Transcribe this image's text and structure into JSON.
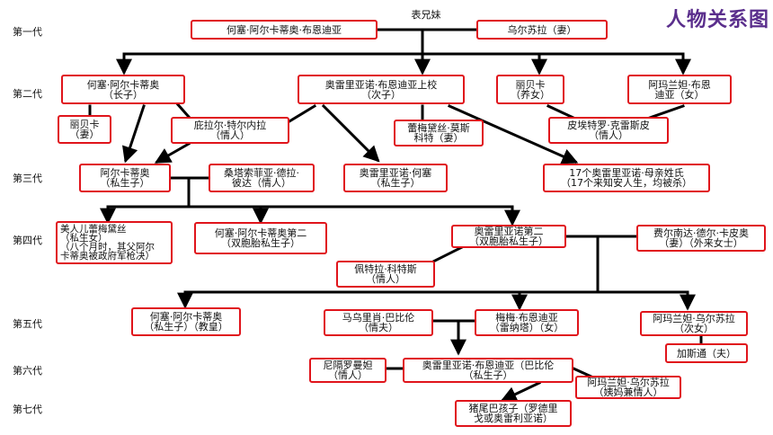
{
  "header": {
    "title": "人物关系图",
    "cousin_label": "表兄妹"
  },
  "generations": [
    "第一代",
    "第二代",
    "第三代",
    "第四代",
    "第五代",
    "第六代",
    "第七代"
  ],
  "nodes": {
    "jose_arcadio_buendia": {
      "name": "何塞·阿尔卡蒂奥·布恩迪亚"
    },
    "ursula": {
      "name": "乌尔苏拉（妻）"
    },
    "jose_arcadio": {
      "name": "何塞·阿尔卡蒂奥",
      "note": "（长子）"
    },
    "colonel_aureliano": {
      "name": "奥雷里亚诺·布恩迪亚上校",
      "note": "（次子）"
    },
    "rebeca": {
      "name": "丽贝卡",
      "note": "（养女）"
    },
    "amaranta": {
      "name": "阿玛兰妲·布恩",
      "note": "迪亚（女）"
    },
    "rebeca_wife": {
      "name": "丽贝卡",
      "note": "（妻）"
    },
    "pilar": {
      "name": "庇拉尔·特尔内拉",
      "note": "（情人）"
    },
    "remedios_moscote": {
      "name": "蕾梅黛丝·莫斯",
      "note": "科特（妻）"
    },
    "pietro_crespi": {
      "name": "皮埃特罗·克雷斯皮",
      "note": "（情人）"
    },
    "arcadio": {
      "name": "阿尔卡蒂奥",
      "note": "（私生子）"
    },
    "santa_sofia": {
      "name": "桑塔索菲亚·德拉·",
      "note": "彼达（情人）"
    },
    "aureliano_jose": {
      "name": "奥雷里亚诺·何塞",
      "note": "（私生子）"
    },
    "seventeen_aurelianos": {
      "name": "17个奥雷里亚诺·母亲姓氏",
      "note": "（17个来知安人生，均被杀）"
    },
    "remedios_beauty": {
      "lines": [
        "美人儿蕾梅黛丝",
        "（私生女）",
        "（八个月时，其父阿尔",
        "卡蒂奥被政府军枪决）"
      ]
    },
    "jose_arcadio_segundo": {
      "name": "何塞·阿尔卡蒂奥第二",
      "note": "（双胞胎私生子）"
    },
    "aureliano_segundo": {
      "name": "奥雷里亚诺第二",
      "note": "（双胞胎私生子）"
    },
    "fernanda": {
      "name": "费尔南达·德尔·卡皮奥",
      "note": "（妻）（外来女士）"
    },
    "petra_cotes": {
      "name": "佩特拉·科特斯",
      "note": "（情人）"
    },
    "jose_arcadio_5": {
      "name": "何塞·阿尔卡蒂奥",
      "note": "（私生子）（教皇）"
    },
    "mauricio": {
      "name": "马乌里肖·巴比伦",
      "note": "（情夫）"
    },
    "meme": {
      "name": "梅梅·布恩迪亚",
      "note": "（雷纳塔）（女）"
    },
    "amaranta_ursula": {
      "name": "阿玛兰妲·乌尔苏拉",
      "note": "（次女）"
    },
    "gaston": {
      "name": "加斯通（夫）"
    },
    "nigromanta": {
      "name": "尼隔罗曼妲",
      "note": "（情人）"
    },
    "aureliano_babilonia": {
      "name": "奥雷里亚诺·布恩迪亚（巴比伦",
      "note": "（私生子）"
    },
    "amaranta_ursula_lover": {
      "name": "阿玛兰妲·乌尔苏拉",
      "note": "（姨妈兼情人）"
    },
    "pig_tail_child": {
      "name": "猪尾巴孩子（罗德里",
      "note": "戈或奥雷利亚诺）"
    }
  },
  "colors": {
    "box_border": "#e0141b",
    "connector": "#000000",
    "title": "#5a2e8c"
  }
}
